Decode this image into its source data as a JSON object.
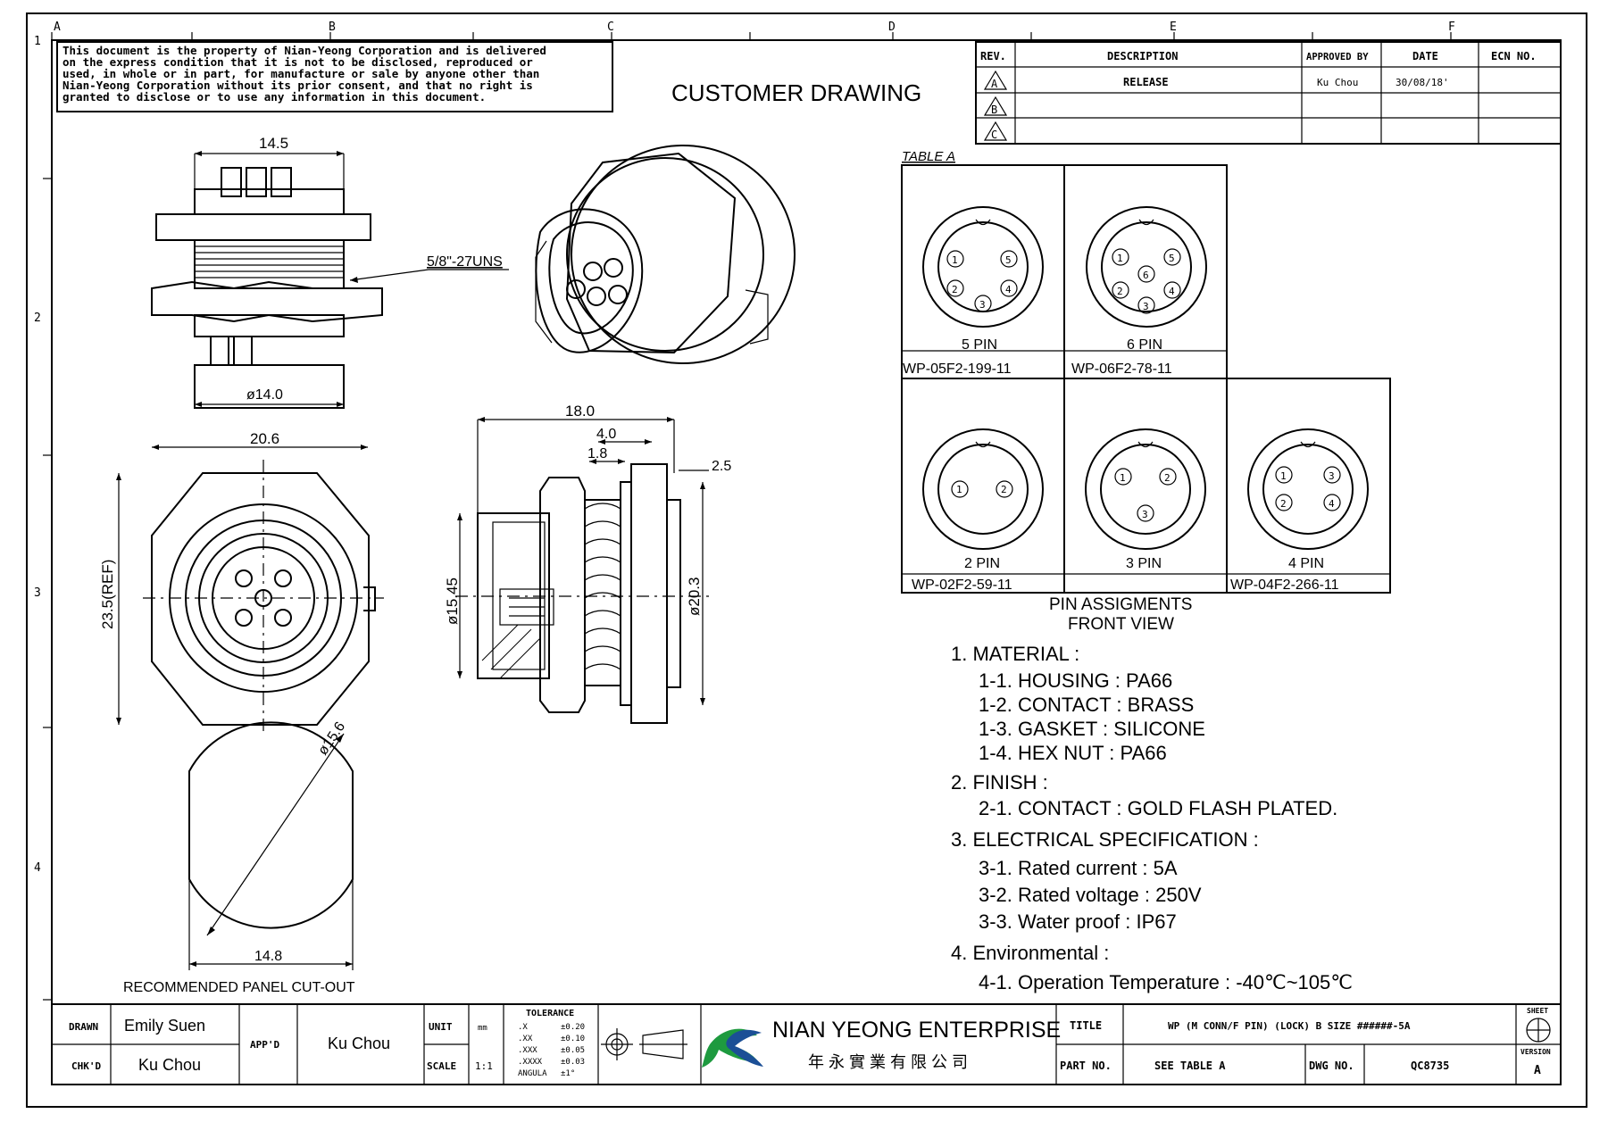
{
  "border": {
    "cols": [
      "A",
      "B",
      "C",
      "D",
      "E",
      "F"
    ],
    "rows": [
      "1",
      "2",
      "3",
      "4"
    ]
  },
  "notice": {
    "lines": [
      "This document is the property of Nian-Yeong Corporation and is delivered",
      "on  the  express condition that it is not to be disclosed, reproduced or",
      "used, in whole or in part, for manufacture or sale by anyone other than",
      "Nian-Yeong Corporation without  its prior consent, and that  no right  is",
      "granted to disclose or to use any information in this  document."
    ]
  },
  "title": "CUSTOMER  DRAWING",
  "revision_table": {
    "headers": [
      "REV.",
      "DESCRIPTION",
      "APPROVED BY",
      "DATE",
      "ECN NO."
    ],
    "rows": [
      {
        "rev": "A",
        "description": "RELEASE",
        "approved": "Ku Chou",
        "date": "30/08/18'",
        "ecn": ""
      },
      {
        "rev": "B",
        "description": "",
        "approved": "",
        "date": "",
        "ecn": ""
      },
      {
        "rev": "C",
        "description": "",
        "approved": "",
        "date": "",
        "ecn": ""
      }
    ]
  },
  "dimensions": {
    "d14_5": "14.5",
    "thread": "5/8\"-27UNS",
    "d14_0": "ø14.0",
    "d20_6": "20.6",
    "d23_5": "23.5(REF)",
    "d18_0": "18.0",
    "d4_0": "4.0",
    "d1_8": "1.8",
    "d2_5": "2.5",
    "d15_45": "ø15.45",
    "d20_3": "ø20.3",
    "d15_6": "ø15.6",
    "d14_8": "14.8",
    "cutout_label": "RECOMMENDED  PANEL  CUT-OUT"
  },
  "table_a": {
    "title": "TABLE A",
    "cells": [
      {
        "pins": "5  PIN",
        "part": "WP-05F2-199-11",
        "numbers": [
          "1",
          "5",
          "2",
          "4",
          "3"
        ]
      },
      {
        "pins": "6  PIN",
        "part": "WP-06F2-78-11",
        "numbers": [
          "1",
          "5",
          "6",
          "2",
          "4",
          "3"
        ]
      },
      {
        "pins": "2  PIN",
        "part": "WP-02F2-59-11",
        "numbers": [
          "1",
          "2"
        ]
      },
      {
        "pins": "3  PIN",
        "part": "",
        "numbers": [
          "1",
          "2",
          "3"
        ]
      },
      {
        "pins": "4  PIN",
        "part": "WP-04F2-266-11",
        "numbers": [
          "1",
          "3",
          "2",
          "4"
        ]
      }
    ],
    "caption1": "PIN  ASSIGMENTS",
    "caption2": "FRONT  VIEW"
  },
  "specs": [
    "1.  MATERIAL  :",
    "1-1.  HOUSING  :  PA66",
    "1-2.  CONTACT  :  BRASS",
    "1-3.  GASKET  :  SILICONE",
    "1-4.  HEX  NUT  :  PA66",
    "2.  FINISH  :",
    "2-1.  CONTACT  :  GOLD  FLASH  PLATED.",
    "3.  ELECTRICAL  SPECIFICATION  :",
    "3-1.  Rated  current  :  5A",
    "3-2.  Rated  voltage  :  250V",
    "3-3.  Water  proof  :  IP67",
    "4.  Environmental  :",
    "4-1.  Operation  Temperature  :  -40℃~105℃"
  ],
  "title_block": {
    "drawn_label": "DRAWN",
    "drawn_value": "Emily Suen",
    "chkd_label": "CHK'D",
    "chkd_value": "Ku Chou",
    "appd_label": "APP'D",
    "appd_value": "Ku Chou",
    "unit_label": "UNIT",
    "unit_value": "mm",
    "scale_label": "SCALE",
    "scale_value": "1:1",
    "tolerance_title": "TOLERANCE",
    "tolerance_rows": [
      [
        ".X",
        "±0.20"
      ],
      [
        ".XX",
        "±0.10"
      ],
      [
        ".XXX",
        "±0.05"
      ],
      [
        ".XXXX",
        "±0.03"
      ],
      [
        "ANGULA",
        "±1°"
      ]
    ],
    "company": "NIAN YEONG ENTERPRISE",
    "company_cn": "年 永 實 業 有 限 公 司",
    "title_label": "TITLE",
    "title_value": "WP (M CONN/F PIN) (LOCK) B SIZE ######-5A",
    "part_label": "PART NO.",
    "part_value": "SEE TABLE A",
    "dwg_label": "DWG NO.",
    "dwg_value": "QC8735",
    "sheet_label": "SHEET",
    "version_label": "VERSION",
    "version_value": "A"
  }
}
